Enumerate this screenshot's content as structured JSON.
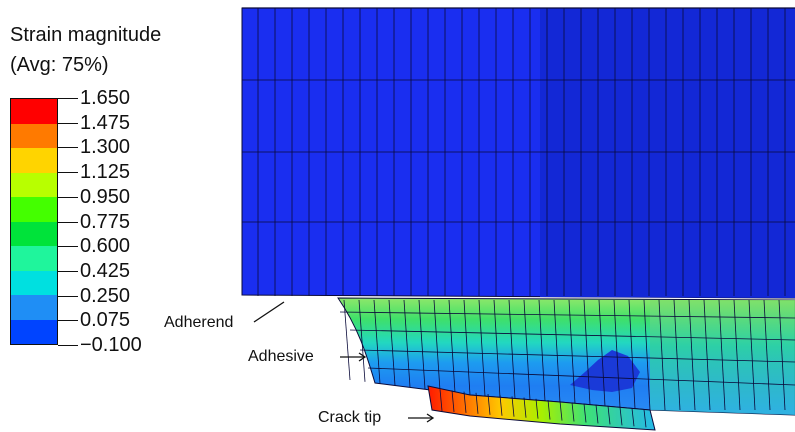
{
  "legend": {
    "title_line1": "Strain magnitude",
    "title_line2": "(Avg: 75%)",
    "ticks": [
      "1.650",
      "1.475",
      "1.300",
      "1.125",
      "0.950",
      "0.775",
      "0.600",
      "0.425",
      "0.250",
      "0.075",
      "−0.100"
    ],
    "band_colors": [
      "#ff0000",
      "#ff7a00",
      "#ffd400",
      "#b8ff00",
      "#44ff00",
      "#00e33a",
      "#1ff59c",
      "#00e0e0",
      "#1f8ef5",
      "#0044ff"
    ]
  },
  "annotations": {
    "adherend": "Adherend",
    "adhesive": "Adhesive",
    "crack_tip": "Crack tip"
  },
  "colors": {
    "adherend": "#1a2ef0",
    "adherend_dark": "#1328d6",
    "mesh_line": "#0a0a3a"
  }
}
